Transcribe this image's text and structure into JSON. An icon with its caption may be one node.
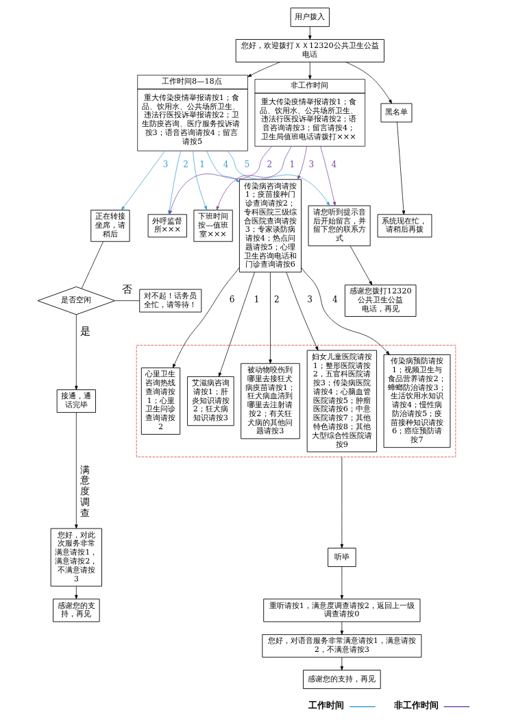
{
  "diagram": {
    "nodes": [
      {
        "text": [
          "用户拨入"
        ]
      },
      {
        "text": [
          "您好，欢迎拨打ＸＸ12320公共卫生公益电话"
        ]
      },
      {
        "text": [
          "工作时间8—18点",
          "重大传染疫情举报请按1；食品、饮用水、公共场所卫生、违法行医投诉举报请按2；卫生防疫咨询、医疗服务投诉请按3；语音咨询请按4；留言请按5"
        ]
      },
      {
        "text": [
          "非工作时间",
          "重大传染疫情举报请按1；食品、饮用水、公共场所卫生、违法行医投诉举报请按2；语音咨询请按3；留言请按4；卫生局值班电话请拨打×××"
        ]
      },
      {
        "text": [
          "黑名单"
        ]
      },
      {
        "text": [
          "系统现在忙，请稍后再拨"
        ]
      },
      {
        "text": [
          "下班时间按—值班室×××"
        ]
      },
      {
        "text": [
          "外呼监督所×××"
        ]
      },
      {
        "text": [
          "正在转接坐席，请稍后"
        ]
      },
      {
        "text": [
          "是否空闲"
        ]
      },
      {
        "text": [
          "对不起！话务员全忙，请等待！"
        ]
      },
      {
        "text": [
          "接通，通话完毕"
        ]
      },
      {
        "text": [
          "您好，对此次服务非常满意请按1，满意请按2，不满意请按3"
        ]
      },
      {
        "text": [
          "感谢您的支持，再见"
        ]
      },
      {
        "text": [
          "传染病咨询请按1；疫苗接种门诊查询请按2；专科医院三级综合医院查询请按3；专家谈防病请按4；热点问题请按5；心理卫生咨询电话和门诊查询请按6"
        ]
      },
      {
        "text": [
          "请您听到提示音后开始留言，并留下您的联系方式"
        ]
      },
      {
        "text": [
          "感谢您拨打12320公共卫生公益电话，再见"
        ]
      },
      {
        "text": [],
        "shape": "box"
      },
      {
        "text": [
          "艾滋病咨询请按1；肝炎知识请按2；狂犬病知识请按3"
        ],
        "in": 17
      },
      {
        "text": [
          "被动物咬伤到哪里去接狂犬病疫苗请按1；狂犬病血清到哪里去注射请按2；有关狂犬病的其他问题请按3"
        ],
        "in": 17
      },
      {
        "text": [
          "妇女儿童医院请按1；整形医院请按2，五官科医院请按3；传染病医院请按4；心脑血管医院请按5；肿瘤医院请按6；中意医院请按7；其他特色请按8；其他大型综合性医院请按9"
        ],
        "in": 17
      },
      {
        "text": [
          "传染病预防请按1；视频卫生与食品营养请按2；蟑螂防治请按3；生活饮用水知识请按4；慢性病防治请按5；疫苗接种知识请按6；癌症预防请按7"
        ],
        "in": 17
      },
      {
        "text": [
          "心里卫生咨询热线查询请按1；心里卫生问诊查询请按2"
        ],
        "in": 17
      },
      {
        "text": [
          "听毕"
        ]
      },
      {
        "text": [
          "重听请按1，满意度调查请按2，返回上一级调查请按0"
        ]
      },
      {
        "text": [
          "您好，对语音服务非常满意请按1，满意请按2，不满意请按3"
        ]
      },
      {
        "text": [
          "感谢您的支持，再见"
        ]
      }
    ],
    "edges": [
      {
        "from": 0,
        "to": 1,
        "arrow": "to"
      },
      {
        "from": 1,
        "to": 2,
        "arrow": "to"
      },
      {
        "from": 1,
        "to": 3,
        "arrow": "to"
      },
      {
        "from": 1,
        "to": 4,
        "arrow": "to"
      },
      {
        "from": 4,
        "to": 5,
        "arrow": "to"
      },
      {
        "from": 2,
        "to": 6,
        "arrow": "to",
        "label": "1",
        "color": "#3a9fd0"
      },
      {
        "from": 3,
        "to": 6,
        "arrow": "to",
        "label": "1",
        "color": "#7b49a6"
      },
      {
        "from": 2,
        "to": 7,
        "arrow": "to",
        "label": "2",
        "color": "#3a9fd0"
      },
      {
        "from": 3,
        "to": 7,
        "arrow": "to",
        "label": "2",
        "color": "#7b49a6"
      },
      {
        "from": 2,
        "to": 8,
        "arrow": "to",
        "label": "3",
        "color": "#3a9fd0"
      },
      {
        "from": 2,
        "to": 14,
        "arrow": "to",
        "label": "4",
        "color": "#3a9fd0"
      },
      {
        "from": 3,
        "to": 14,
        "arrow": "to",
        "label": "3",
        "color": "#7b49a6"
      },
      {
        "from": 2,
        "to": 15,
        "arrow": "to",
        "label": "5",
        "color": "#3a9fd0"
      },
      {
        "from": 3,
        "to": 15,
        "arrow": "to",
        "label": "4",
        "color": "#7b49a6"
      },
      {
        "from": 8,
        "to": 9,
        "arrow": "none"
      },
      {
        "from": 9,
        "to": 10,
        "arrow": "none",
        "label": "否"
      },
      {
        "from": 9,
        "to": 11,
        "arrow": "to",
        "label": "是"
      },
      {
        "from": 11,
        "to": 12,
        "arrow": "to",
        "label": "满意度调查"
      },
      {
        "from": 12,
        "to": 13,
        "arrow": "to"
      },
      {
        "from": 15,
        "to": 16,
        "arrow": "to"
      },
      {
        "from": 14,
        "to": 18,
        "arrow": "to",
        "label": "1"
      },
      {
        "from": 14,
        "to": 19,
        "arrow": "to",
        "label": "2"
      },
      {
        "from": 14,
        "to": 20,
        "arrow": "to",
        "label": "3"
      },
      {
        "from": 14,
        "to": 21,
        "arrow": "to",
        "label": "4"
      },
      {
        "from": 14,
        "to": 22,
        "arrow": "to",
        "label": "6"
      },
      {
        "from": 17,
        "to": 23,
        "arrow": "to"
      },
      {
        "from": 23,
        "to": 24,
        "arrow": "to"
      },
      {
        "from": 24,
        "to": 25,
        "arrow": "to"
      },
      {
        "from": 25,
        "to": 26,
        "arrow": "to"
      }
    ],
    "legend": [
      {
        "text": "工作时间"
      },
      {
        "text": "非工作时间"
      }
    ]
  }
}
